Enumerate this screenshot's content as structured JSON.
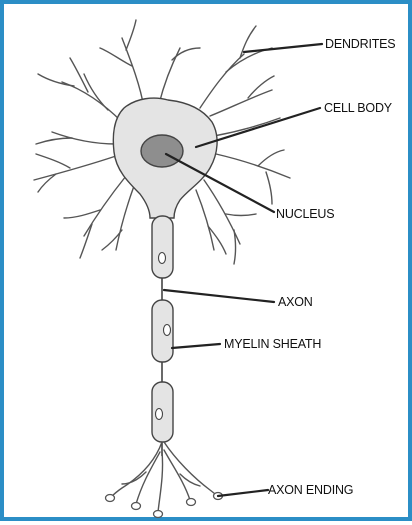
{
  "diagram": {
    "labels": {
      "dendrites": "DENDRITES",
      "cell_body": "CELL BODY",
      "nucleus": "NUCLEUS",
      "axon": "AXON",
      "myelin_sheath": "MYELIN SHEATH",
      "axon_ending": "AXON ENDING"
    }
  }
}
